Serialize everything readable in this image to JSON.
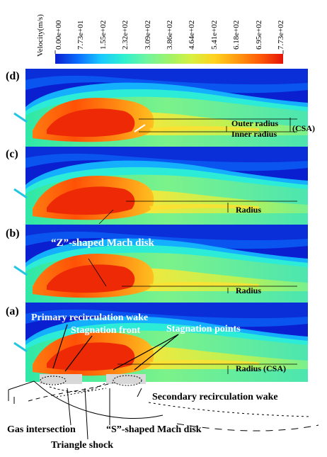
{
  "colorbar": {
    "title": "Velocity(m/s)",
    "ticks": [
      "0.00e+00",
      "7.73e+01",
      "1.55e+02",
      "2.32e+02",
      "3.09e+02",
      "3.86e+02",
      "4.64e+02",
      "5.41e+02",
      "6.18e+02",
      "6.95e+02",
      "7.73e+02"
    ],
    "colors": [
      "#0a1fd0",
      "#0a6dff",
      "#18c8ff",
      "#2df0d0",
      "#6ef5a0",
      "#9ff36a",
      "#d8f040",
      "#ffd21e",
      "#ff9a10",
      "#ff5a08",
      "#e41408"
    ]
  },
  "panels": [
    {
      "tag": "(d)",
      "labels": [
        "Outer radius",
        "Inner radius",
        "(CSA)"
      ]
    },
    {
      "tag": "(c)",
      "labels": [
        "Radius"
      ]
    },
    {
      "tag": "(b)",
      "labels": [
        "“Z”-shaped Mach disk",
        "Radius"
      ]
    },
    {
      "tag": "(a)",
      "labels": [
        "Primary recirculation wake",
        "Stagnation front",
        "Stagnation points",
        "Radius (CSA)"
      ]
    }
  ],
  "schematic": {
    "labels": [
      "Secondary recirculation wake",
      "Gas intersection",
      "“S”-shaped Mach disk",
      "Triangle shock"
    ]
  }
}
